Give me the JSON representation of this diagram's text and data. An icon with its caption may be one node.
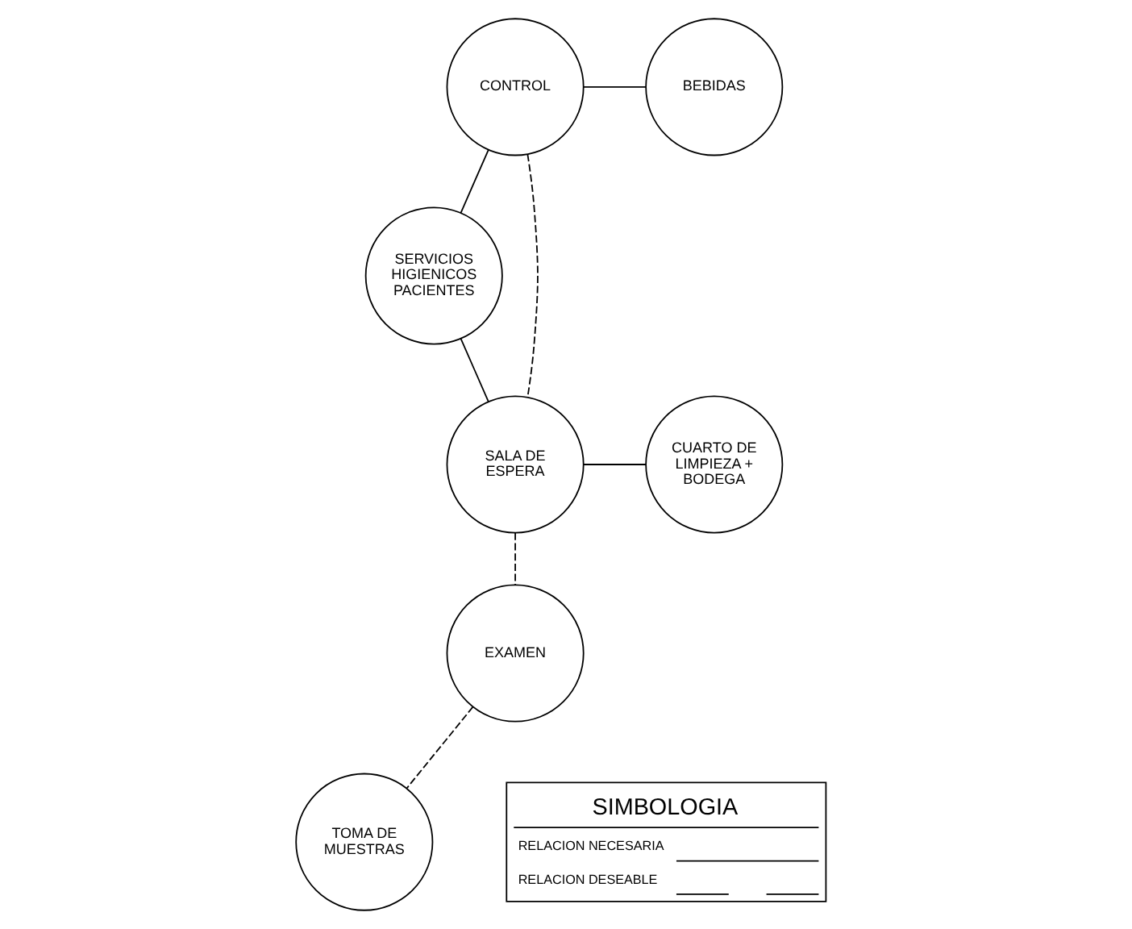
{
  "diagram": {
    "nodes": [
      {
        "text": [
          "CONTROL"
        ]
      },
      {
        "text": [
          "BEBIDAS"
        ]
      },
      {
        "text": [
          "SERVICIOS HIGIENICOS PACIENTES"
        ]
      },
      {
        "text": [
          "SALA DE ESPERA"
        ]
      },
      {
        "text": [
          "CUARTO DE LIMPIEZA + BODEGA"
        ]
      },
      {
        "text": [
          "EXAMEN"
        ]
      },
      {
        "text": [
          "TOMA DE MUESTRAS"
        ]
      }
    ],
    "edges": [
      {
        "from": 0,
        "to": 1,
        "arrow": "none"
      },
      {
        "from": 0,
        "to": 2,
        "arrow": "none"
      },
      {
        "from": 0,
        "to": 3,
        "arrow": "none",
        "style": "dashed"
      },
      {
        "from": 2,
        "to": 3,
        "arrow": "none"
      },
      {
        "from": 3,
        "to": 4,
        "arrow": "none"
      },
      {
        "from": 3,
        "to": 5,
        "arrow": "none",
        "style": "dashed"
      },
      {
        "from": 5,
        "to": 6,
        "arrow": "none",
        "style": "dashed"
      }
    ],
    "labels": [
      "SIMBOLOGIA"
    ],
    "legend": [
      {
        "text": "RELACION NECESARIA"
      },
      {
        "text": "RELACION DESEABLE"
      }
    ]
  }
}
